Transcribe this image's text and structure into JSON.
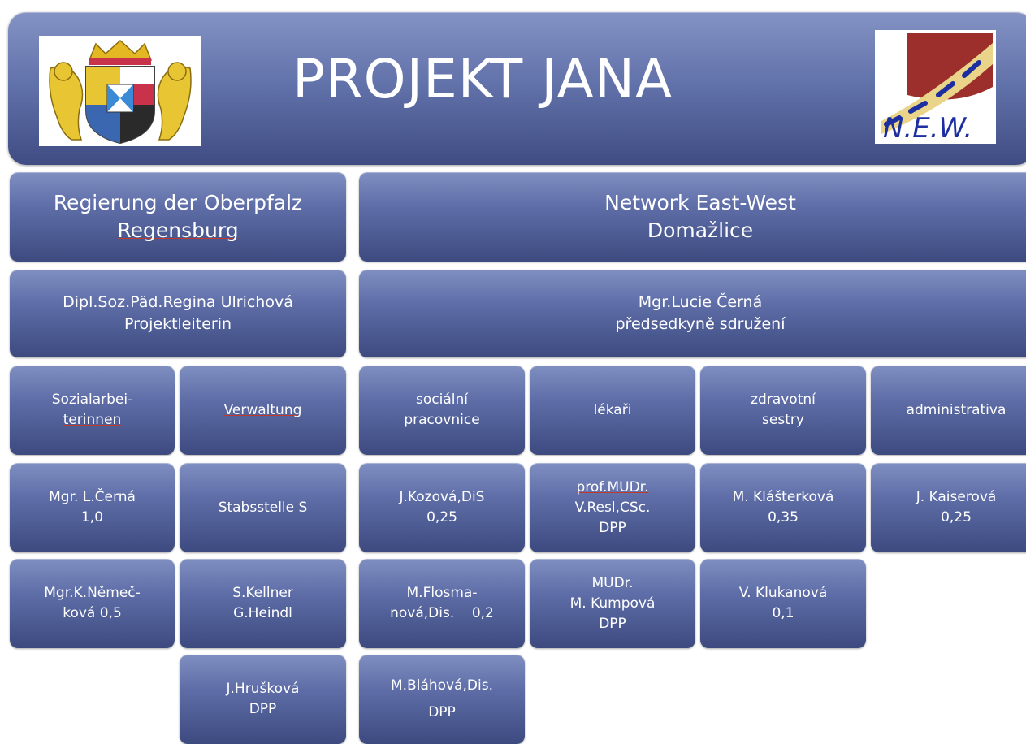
{
  "header": {
    "title": "PROJEKT JANA",
    "logo_right_text": "N.E.W."
  },
  "left_org": {
    "line1": "Regierung der Oberpfalz",
    "line2": "Regensburg"
  },
  "right_org": {
    "line1": "Network East-West",
    "line2": "Domažlice"
  },
  "left_lead": {
    "line1": "Dipl.Soz.Päd.Regina Ulrichová",
    "line2": "Projektleiterin"
  },
  "right_lead": {
    "line1": "Mgr.Lucie Černá",
    "line2": "předsedkyně sdružení"
  },
  "categories": {
    "sozial": [
      "Sozialarbei-",
      "terinnen"
    ],
    "verwaltung": [
      "Verwaltung"
    ],
    "socialni": [
      "sociální",
      "pracovnice"
    ],
    "lekari": [
      "lékaři"
    ],
    "sestry": [
      "zdravotní",
      "sestry"
    ],
    "admin": [
      "administrativa"
    ]
  },
  "staff": {
    "sozial_1": [
      "Mgr. L.Černá",
      "1,0"
    ],
    "sozial_2": [
      "Mgr.K.Němeč-",
      "ková  0,5"
    ],
    "verw_1": [
      "Stabsstelle S"
    ],
    "verw_2": [
      "S.Kellner",
      "G.Heindl"
    ],
    "verw_3": [
      "J.Hrušková",
      "DPP"
    ],
    "soc_1": [
      "J.Kozová,DiS",
      "0,25"
    ],
    "soc_2": [
      "M.Flosma-",
      "nová,Dis.    0,2"
    ],
    "soc_3": [
      "M.Bláhová,Dis.",
      "DPP"
    ],
    "lek_1": [
      "prof.MUDr.",
      "V.Resl,CSc.",
      "DPP"
    ],
    "lek_2": [
      "MUDr.",
      "M. Kumpová",
      "DPP"
    ],
    "ses_1": [
      "M. Klášterková",
      "0,35"
    ],
    "ses_2": [
      "V. Klukanová",
      "0,1"
    ],
    "adm_1": [
      "J. Kaiserová",
      "0,25"
    ]
  }
}
